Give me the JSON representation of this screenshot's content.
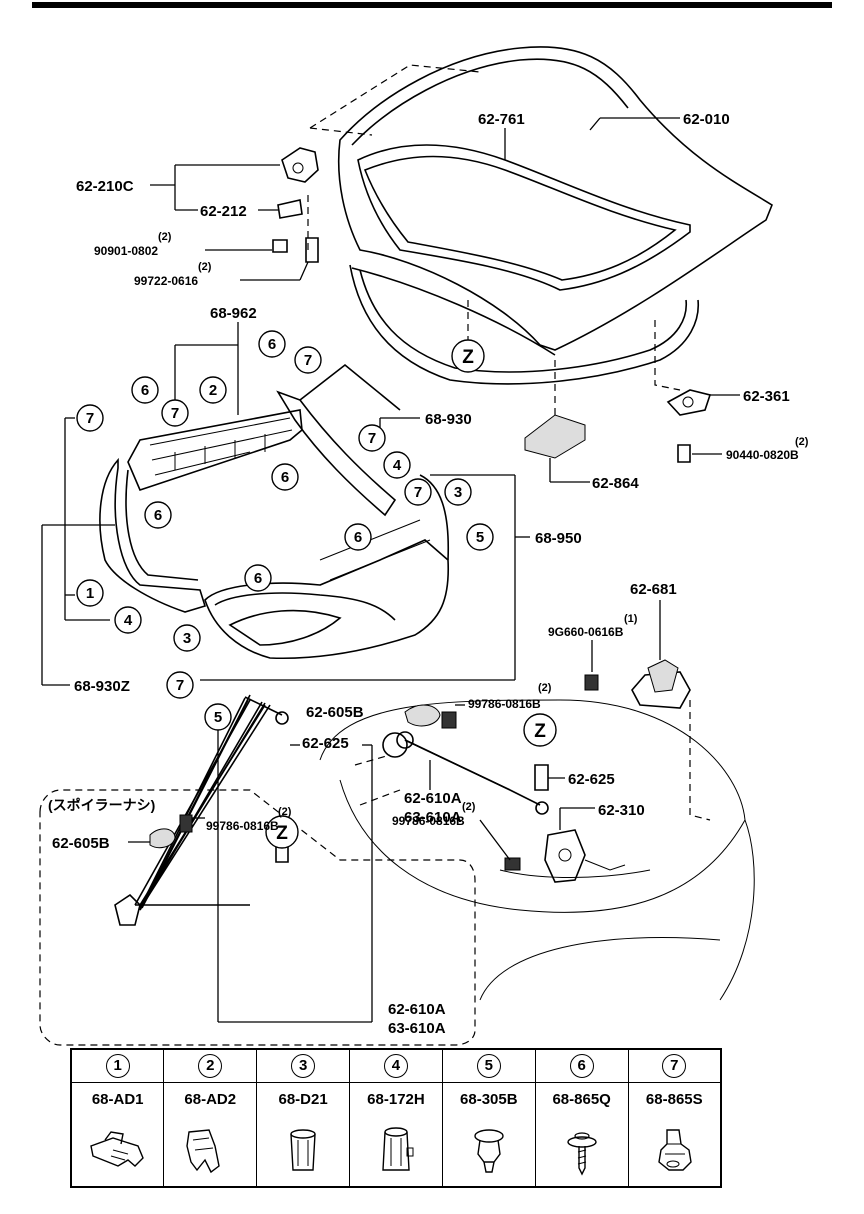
{
  "callouts": {
    "p62_010": "62-010",
    "p62_761": "62-761",
    "p62_210C": "62-210C",
    "p62_212": "62-212",
    "p90901": "90901-0802",
    "p90901_qty": "(2)",
    "p99722": "99722-0616",
    "p99722_qty": "(2)",
    "p68_962": "68-962",
    "p68_930": "68-930",
    "p68_950": "68-950",
    "p68_930Z": "68-930Z",
    "p62_361": "62-361",
    "p90440": "90440-0820B",
    "p90440_qty": "(2)",
    "p62_864": "62-864",
    "p62_681": "62-681",
    "p9G660": "9G660-0616B",
    "p9G660_qty": "(1)",
    "p62_605B": "62-605B",
    "p99786_a": "99786-0816B",
    "p99786_a_qty": "(2)",
    "p62_625": "62-625",
    "p62_610A": "62-610A",
    "p63_610A": "63-610A",
    "p62_310": "62-310",
    "p99786_b": "99786-0816B",
    "p99786_b_qty": "(2)",
    "z": "Z"
  },
  "spoiler_box": {
    "title": "(スポイラーナシ)",
    "p62_605B": "62-605B",
    "p99786": "99786-0816B",
    "p99786_qty": "(2)",
    "z": "Z",
    "p62_625": "62-625",
    "p62_610A": "62-610A",
    "p63_610A": "63-610A"
  },
  "bubbles": {
    "n1": "1",
    "n2": "2",
    "n3": "3",
    "n4": "4",
    "n5": "5",
    "n6": "6",
    "n7": "7"
  },
  "legend": [
    {
      "num": "1",
      "code": "68-AD1",
      "icon": "clip-ad1-icon"
    },
    {
      "num": "2",
      "code": "68-AD2",
      "icon": "clip-ad2-icon"
    },
    {
      "num": "3",
      "code": "68-D21",
      "icon": "clip-d21-icon"
    },
    {
      "num": "4",
      "code": "68-172H",
      "icon": "clip-172h-icon"
    },
    {
      "num": "5",
      "code": "68-305B",
      "icon": "clip-305b-icon"
    },
    {
      "num": "6",
      "code": "68-865Q",
      "icon": "screw-865q-icon"
    },
    {
      "num": "7",
      "code": "68-865S",
      "icon": "clip-865s-icon"
    }
  ]
}
